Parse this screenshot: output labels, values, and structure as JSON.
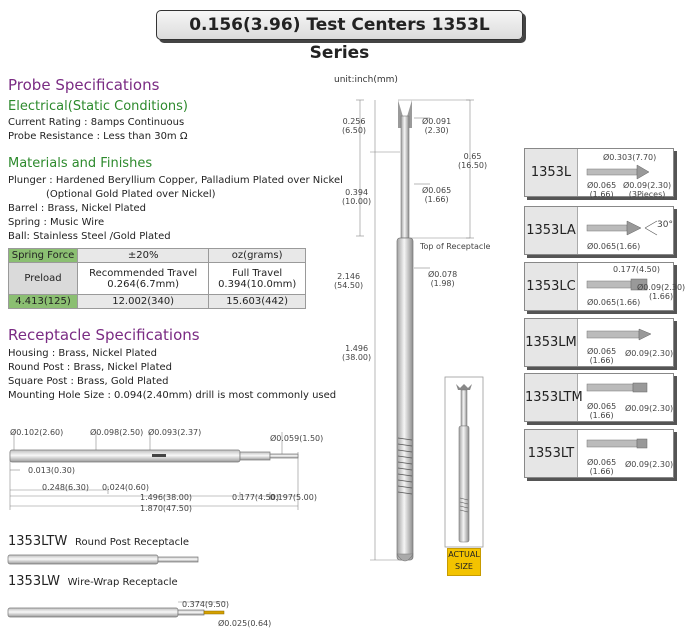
{
  "title": "0.156(3.96) Test Centers 1353L Series",
  "probe": {
    "heading": "Probe Specifications",
    "electrical_heading": "Electrical(Static Conditions)",
    "electrical": [
      "Current Rating : 8amps Continuous",
      "Probe Resistance : Less than 30m Ω"
    ],
    "materials_heading": "Materials and Finishes",
    "materials": [
      "Plunger : Hardened Beryllium Copper, Palladium Plated over Nickel",
      "(Optional Gold Plated over Nickel)",
      "Barrel : Brass, Nickel Plated",
      "Spring : Music Wire",
      "Ball: Stainless Steel /Gold Plated"
    ]
  },
  "spring_table": {
    "c1": "Spring Force",
    "c2": "±20%",
    "c3": "oz(grams)",
    "preload": "Preload",
    "rec_travel": [
      "Recommended Travel",
      "0.264(6.7mm)"
    ],
    "full_travel": [
      "Full Travel",
      "0.394(10.0mm)"
    ],
    "v1": "4.413(125)",
    "v2": "12.002(340)",
    "v3": "15.603(442)"
  },
  "receptacle": {
    "heading": "Receptacle Specifications",
    "items": [
      "Housing : Brass, Nickel Plated",
      "Round Post : Brass, Nickel Plated",
      "Square Post : Brass, Gold Plated",
      "Mounting Hole Size : 0.094(2.40mm) drill is most commonly used"
    ]
  },
  "receptacle_drawing": {
    "d1": "Ø0.102(2.60)",
    "d2": "Ø0.098(2.50)",
    "d3": "Ø0.093(2.37)",
    "d4": "Ø0.059(1.50)",
    "d5": "0.013(0.30)",
    "d6": "0.248(6.30)",
    "d7": "0.024(0.60)",
    "d8": "1.496(38.00)",
    "d9": "0.177(4.50)",
    "d10": "0.197(5.00)",
    "d11": "1.870(47.50)"
  },
  "variants": {
    "ltw_code": "1353LTW",
    "ltw_desc": "Round Post Receptacle",
    "lw_code": "1353LW",
    "lw_desc": "Wire-Wrap Receptacle",
    "lw_d1": "0.374(9.50)",
    "lw_d2": "Ø0.025(0.64)"
  },
  "probe_drawing": {
    "unit": "unit:inch(mm)",
    "a1": "0.256",
    "a1b": "(6.50)",
    "a2": "Ø0.091",
    "a2b": "(2.30)",
    "a3": "0.65",
    "a3b": "(16.50)",
    "a4": "0.394",
    "a4b": "(10.00)",
    "a5": "Ø0.065",
    "a5b": "(1.66)",
    "top": "Top of Receptacle",
    "a6": "2.146",
    "a6b": "(54.50)",
    "a7": "Ø0.078",
    "a7b": "(1.98)",
    "a8": "1.496",
    "a8b": "(38.00)",
    "actual1": "ACTUAL",
    "actual2": "SIZE"
  },
  "models": [
    {
      "label": "1353L",
      "n1": "Ø0.303(7.70)",
      "n2": "Ø0.065",
      "n3": "Ø0.09(2.30)",
      "n4": "(1.66)",
      "n5": "(3Pieces)"
    },
    {
      "label": "1353LA",
      "n1": "30°",
      "n2": "Ø0.065(1.66)"
    },
    {
      "label": "1353LC",
      "n1": "0.177(4.50)",
      "n2": "Ø0.065(1.66)",
      "n3": "Ø0.09(2.30)",
      "n4": "(1.66)"
    },
    {
      "label": "1353LM",
      "n1": "Ø0.065",
      "n2": "(1.66)",
      "n3": "Ø0.09(2.30)"
    },
    {
      "label": "1353LTM",
      "n1": "Ø0.065",
      "n2": "(1.66)",
      "n3": "Ø0.09(2.30)"
    },
    {
      "label": "1353LT",
      "n1": "Ø0.065",
      "n2": "(1.66)",
      "n3": "Ø0.09(2.30)"
    }
  ]
}
